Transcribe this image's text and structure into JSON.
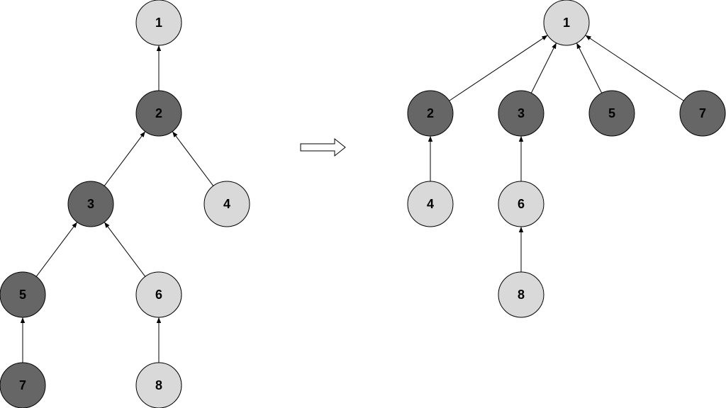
{
  "colors": {
    "light": "#d9d9d9",
    "dark": "#666666",
    "stroke": "#000000"
  },
  "before": {
    "nodes": [
      {
        "id": "1",
        "label": "1",
        "fill": "light"
      },
      {
        "id": "2",
        "label": "2",
        "fill": "dark"
      },
      {
        "id": "3",
        "label": "3",
        "fill": "dark"
      },
      {
        "id": "4",
        "label": "4",
        "fill": "light"
      },
      {
        "id": "5",
        "label": "5",
        "fill": "dark"
      },
      {
        "id": "6",
        "label": "6",
        "fill": "light"
      },
      {
        "id": "7",
        "label": "7",
        "fill": "dark"
      },
      {
        "id": "8",
        "label": "8",
        "fill": "light"
      }
    ],
    "edges": [
      {
        "from": "2",
        "to": "1"
      },
      {
        "from": "3",
        "to": "2"
      },
      {
        "from": "4",
        "to": "2"
      },
      {
        "from": "5",
        "to": "3"
      },
      {
        "from": "6",
        "to": "3"
      },
      {
        "from": "7",
        "to": "5"
      },
      {
        "from": "8",
        "to": "6"
      }
    ]
  },
  "transition_arrow": {
    "icon": "right-arrow-icon"
  },
  "after": {
    "nodes": [
      {
        "id": "1",
        "label": "1",
        "fill": "light"
      },
      {
        "id": "2",
        "label": "2",
        "fill": "dark"
      },
      {
        "id": "3",
        "label": "3",
        "fill": "dark"
      },
      {
        "id": "5",
        "label": "5",
        "fill": "dark"
      },
      {
        "id": "7",
        "label": "7",
        "fill": "dark"
      },
      {
        "id": "4",
        "label": "4",
        "fill": "light"
      },
      {
        "id": "6",
        "label": "6",
        "fill": "light"
      },
      {
        "id": "8",
        "label": "8",
        "fill": "light"
      }
    ],
    "edges": [
      {
        "from": "2",
        "to": "1"
      },
      {
        "from": "3",
        "to": "1"
      },
      {
        "from": "5",
        "to": "1"
      },
      {
        "from": "7",
        "to": "1"
      },
      {
        "from": "4",
        "to": "2"
      },
      {
        "from": "6",
        "to": "3"
      },
      {
        "from": "8",
        "to": "6"
      }
    ]
  }
}
